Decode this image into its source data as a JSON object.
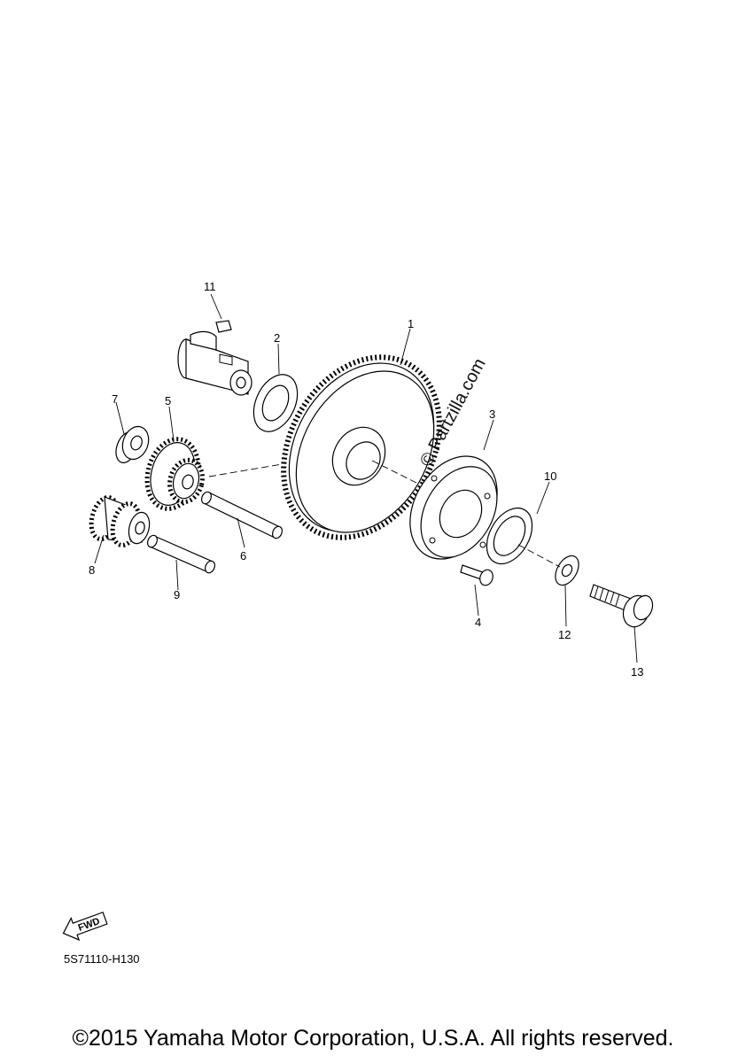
{
  "callouts": {
    "c1": "1",
    "c2": "2",
    "c3": "3",
    "c4": "4",
    "c5": "5",
    "c6": "6",
    "c7": "7",
    "c8": "8",
    "c9": "9",
    "c10": "10",
    "c11": "11",
    "c12": "12",
    "c13": "13"
  },
  "watermark": "© Partzilla.com",
  "fwd_label": "FWD",
  "diagram_code": "5S71110-H130",
  "copyright": "©2015 Yamaha Motor Corporation, U.S.A. All rights reserved."
}
